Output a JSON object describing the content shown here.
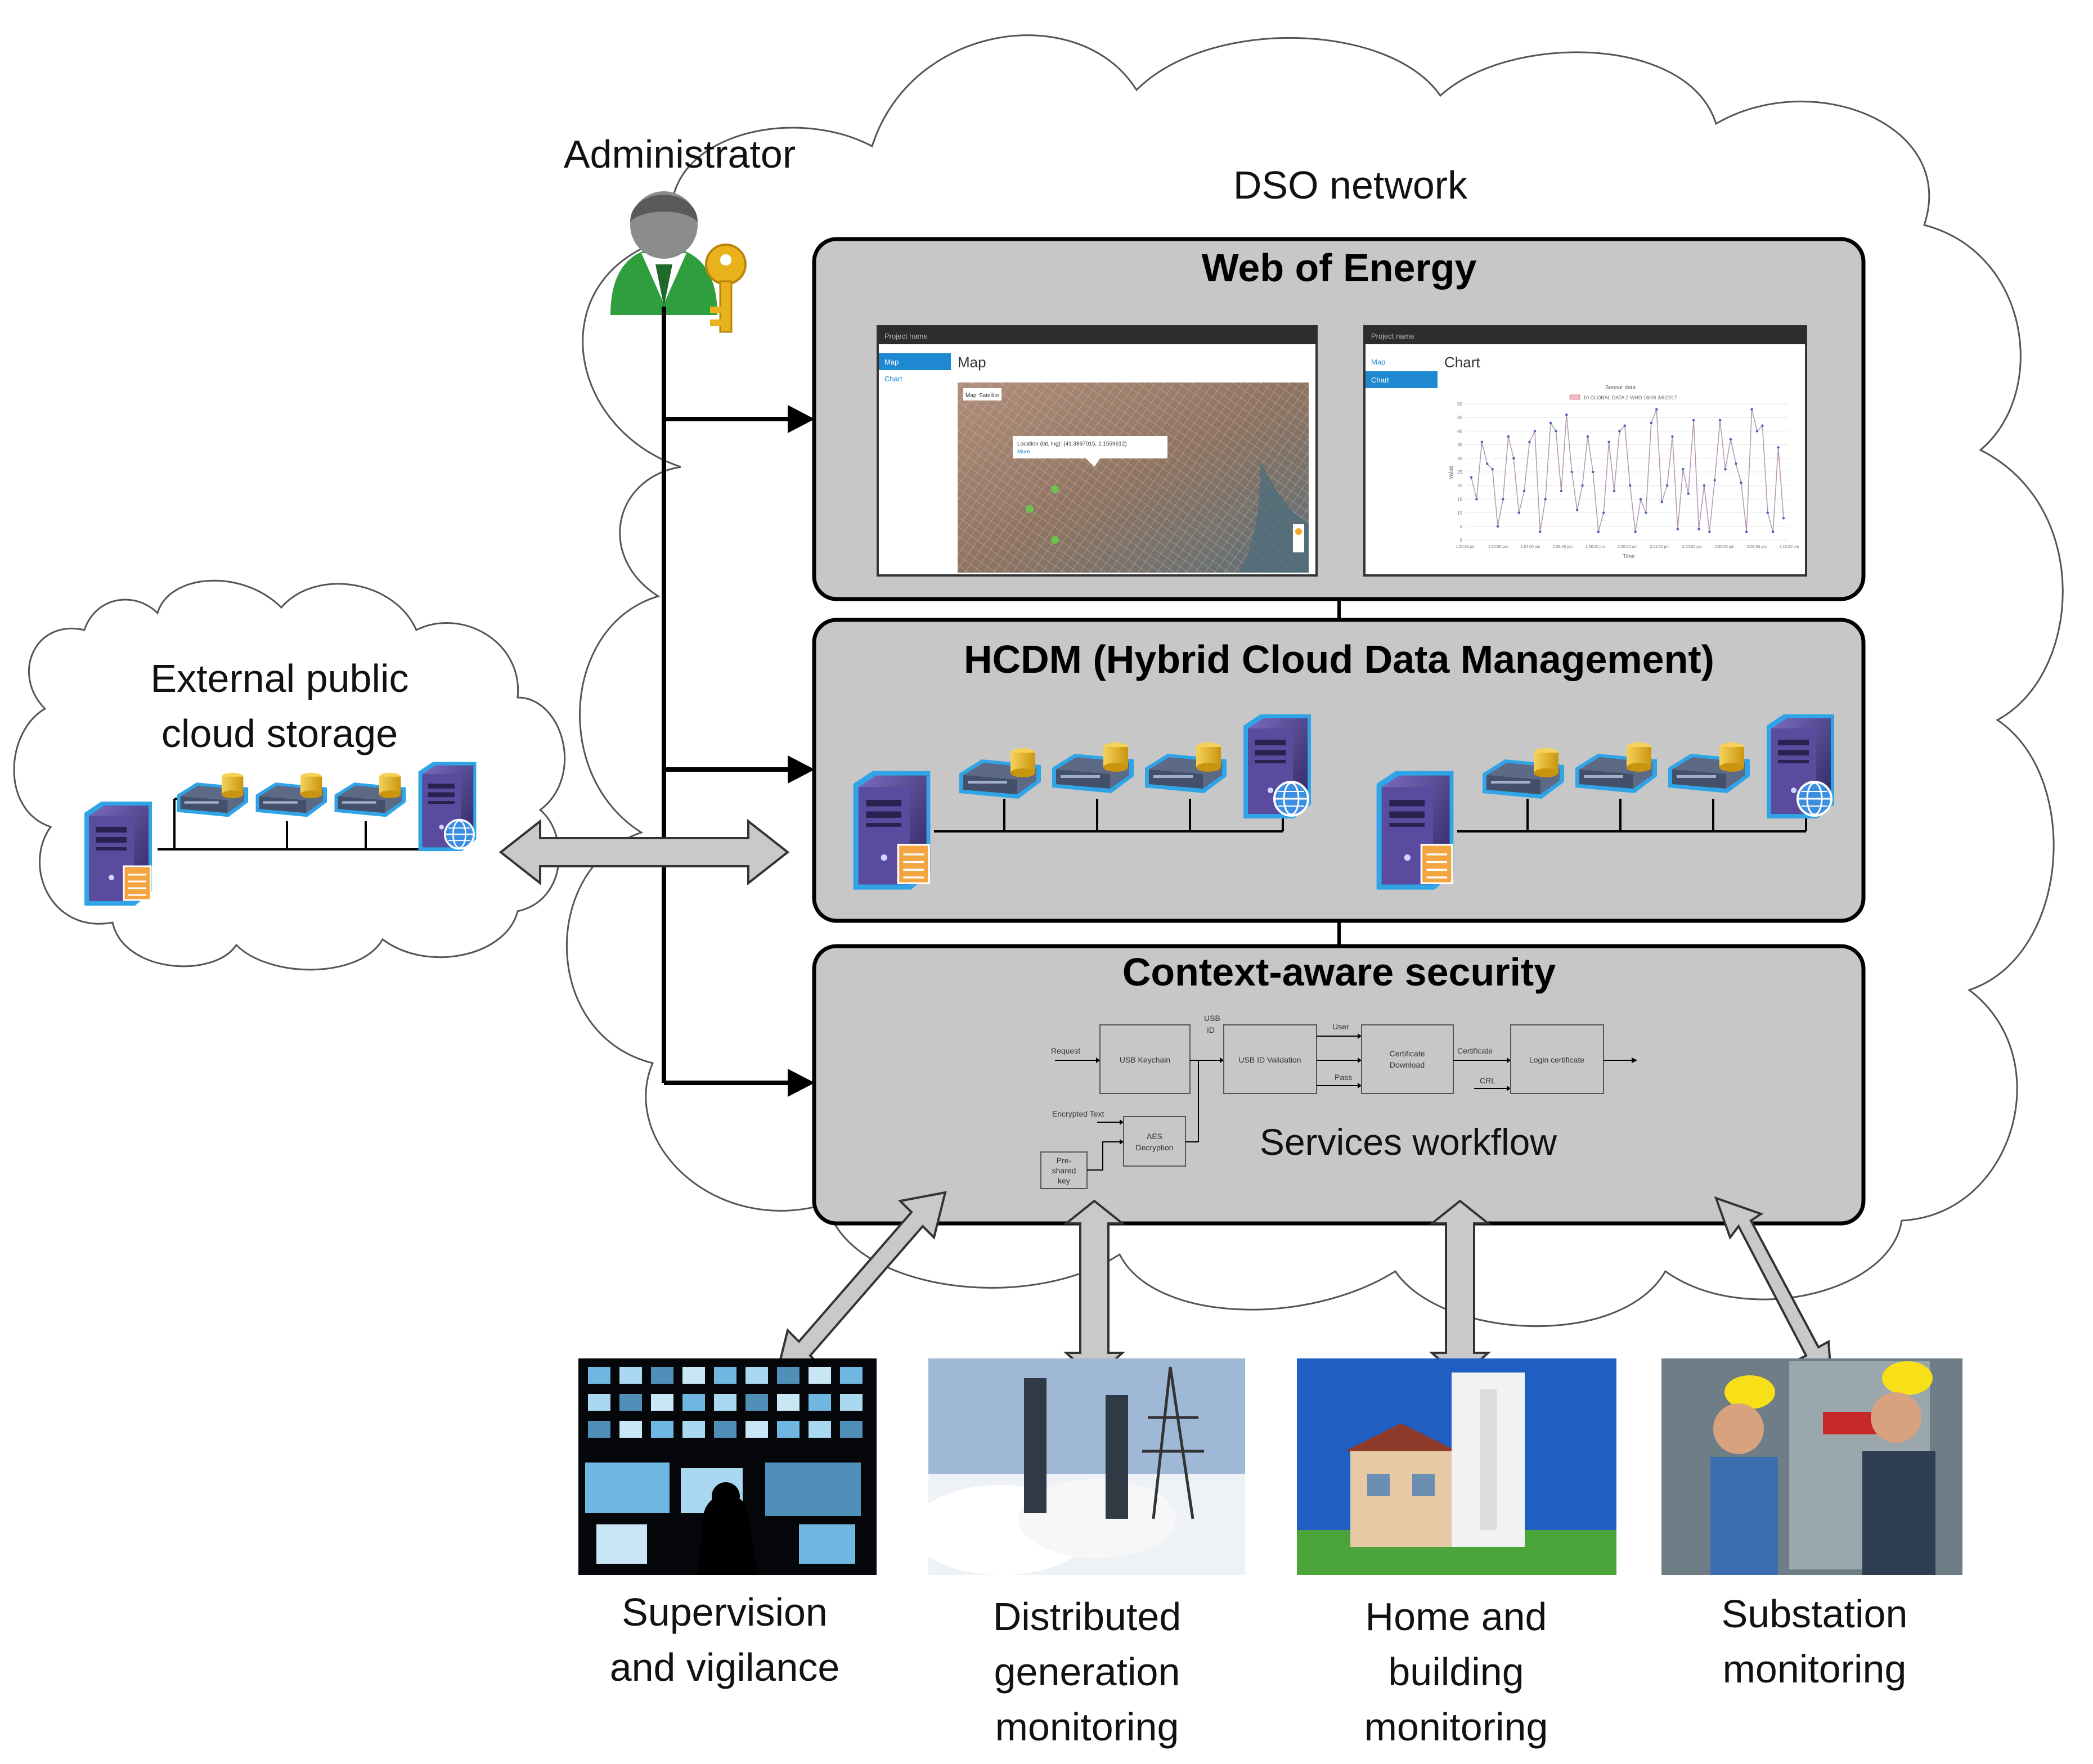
{
  "labels": {
    "administrator": "Administrator",
    "dso_network": "DSO network",
    "external_line1": "External public",
    "external_line2": "cloud storage"
  },
  "layers": {
    "web": {
      "title": "Web  of Energy"
    },
    "hcdm": {
      "title": "HCDM  (Hybrid Cloud Data Management)"
    },
    "security": {
      "title": "Context-aware security",
      "subtitle": "Services workflow"
    }
  },
  "web_ui": {
    "project_name": "Project name",
    "nav_map": "Map",
    "nav_chart": "Chart",
    "map_title": "Map",
    "chart_title": "Chart",
    "map_popup": "Location (lat, lng): (41.3897015, 2.1559612)",
    "map_popup_link": "More",
    "map_toggle": "Map",
    "map_toggle2": "Satellite",
    "chart_heading": "Sensor data",
    "chart_legend": "10 GLOBAL DATA 2 WHD 18/08 3/6/2017",
    "chart_ylabel": "Value",
    "chart_xlabel": "Time",
    "chart_yticks": [
      "0",
      "5",
      "10",
      "15",
      "20",
      "25",
      "30",
      "35",
      "40",
      "45",
      "50"
    ],
    "chart_xticks": [
      "1:50:00 pm",
      "1:52:00 pm",
      "1:54:00 pm",
      "1:56:00 pm",
      "1:58:00 pm",
      "2:00:00 pm",
      "2:02:00 pm",
      "2:04:00 pm",
      "2:06:00 pm",
      "2:08:00 pm",
      "2:10:00 pm"
    ]
  },
  "chart_data": {
    "type": "line",
    "title": "Sensor data",
    "xlabel": "Time",
    "ylabel": "Value",
    "ylim": [
      0,
      50
    ],
    "values": [
      23,
      15,
      36,
      28,
      26,
      5,
      15,
      38,
      30,
      10,
      18,
      36,
      40,
      3,
      15,
      43,
      40,
      18,
      46,
      25,
      11,
      20,
      38,
      25,
      3,
      10,
      36,
      18,
      40,
      42,
      20,
      3,
      15,
      10,
      43,
      48,
      14,
      20,
      38,
      4,
      26,
      17,
      44,
      4,
      20,
      3,
      22,
      44,
      26,
      37,
      28,
      21,
      3,
      48,
      40,
      42,
      10,
      3,
      34,
      8
    ]
  },
  "workflow": {
    "request": "Request",
    "usb_keychain": "USB Keychain",
    "usb_id": "USB ID",
    "usb_id_validation": "USB ID Validation",
    "user": "User",
    "pass": "Pass",
    "cert_download_l1": "Certificate",
    "cert_download_l2": "Download",
    "certificate": "Certificate",
    "crl": "CRL",
    "login_certificate": "Login certificate",
    "encrypted_text": "Encrypted Text",
    "aes_l1": "AES",
    "aes_l2": "Decryption",
    "preshared_l1": "Pre-",
    "preshared_l2": "shared",
    "preshared_l3": "key"
  },
  "apps": [
    {
      "line1": "Supervision",
      "line2": "and vigilance",
      "line3": ""
    },
    {
      "line1": "Distributed",
      "line2": "generation",
      "line3": "monitoring"
    },
    {
      "line1": "Home and",
      "line2": "building",
      "line3": "monitoring"
    },
    {
      "line1": "Substation",
      "line2": "monitoring",
      "line3": ""
    }
  ],
  "colors": {
    "layer_fill": "#c7c7c7",
    "arrow_fill": "#c9c9c9",
    "server_purple": "#4b3f86",
    "server_blue": "#2fa5e8",
    "admin_green": "#2e9e3e",
    "key_gold": "#e9b21c"
  }
}
